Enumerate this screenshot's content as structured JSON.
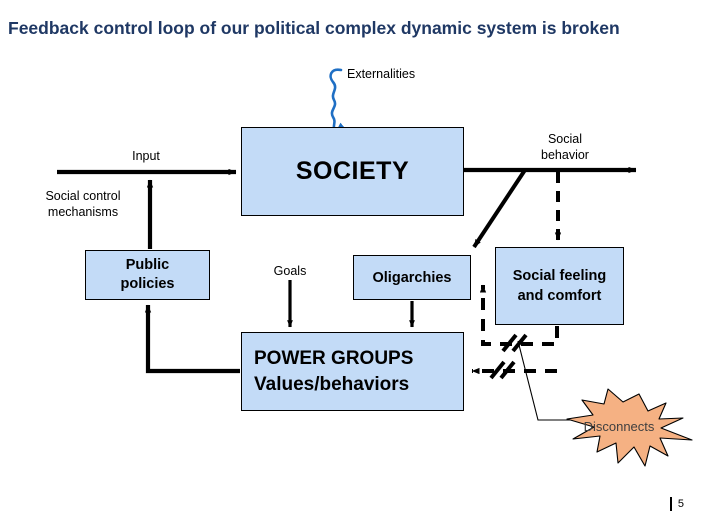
{
  "slide": {
    "title": "Feedback control loop of our political complex dynamic system is broken",
    "page_number": "5"
  },
  "boxes": {
    "society": "SOCIETY",
    "public_policies_line1": "Public",
    "public_policies_line2": "policies",
    "oligarchies": "Oligarchies",
    "social_feeling_line1": "Social feeling",
    "social_feeling_line2": "and comfort",
    "power_groups_line1": "POWER GROUPS",
    "power_groups_line2": "Values/behaviors"
  },
  "labels": {
    "externalities": "Externalities",
    "input": "Input",
    "social_control_mechanisms": "Social control mechanisms",
    "goals": "Goals",
    "social_behavior": "Social behavior",
    "disconnects": "Disconnects"
  },
  "colors": {
    "title_navy": "#1f3864",
    "box_fill_blue": "#c3dbf7",
    "box_border": "#000000",
    "externality_squiggle_blue": "#1f6fc4",
    "starburst_fill": "#f5b183",
    "starburst_border": "#000000",
    "connector_black": "#000000",
    "slide_background": "#ffffff"
  },
  "icons": {
    "externalities_squiggle": "wavy-arrow-down-icon",
    "break_marks": "disconnect-break-icon",
    "starburst": "starburst-icon"
  },
  "diagram": {
    "type": "flow-diagram",
    "nodes": [
      "SOCIETY",
      "Public policies",
      "Oligarchies",
      "Social feeling and comfort",
      "POWER GROUPS Values/behaviors"
    ],
    "edges": [
      {
        "from": "Input",
        "to": "SOCIETY",
        "style": "solid",
        "label": "Input"
      },
      {
        "from": "Public policies",
        "to": "Input",
        "style": "solid",
        "label": "Social control mechanisms"
      },
      {
        "from": "Externalities",
        "to": "SOCIETY",
        "style": "wavy",
        "label": "Externalities"
      },
      {
        "from": "SOCIETY",
        "to": "output",
        "style": "solid",
        "label": "Social behavior"
      },
      {
        "from": "SOCIETY",
        "to": "Oligarchies",
        "style": "solid",
        "label": ""
      },
      {
        "from": "Social behavior",
        "to": "Social feeling and comfort",
        "style": "dashed",
        "label": ""
      },
      {
        "from": "Goals",
        "to": "POWER GROUPS Values/behaviors",
        "style": "solid",
        "label": "Goals"
      },
      {
        "from": "Oligarchies",
        "to": "POWER GROUPS Values/behaviors",
        "style": "solid",
        "label": ""
      },
      {
        "from": "Social feeling and comfort",
        "to": "Oligarchies",
        "style": "dashed-broken",
        "label": ""
      },
      {
        "from": "Social feeling and comfort",
        "to": "POWER GROUPS Values/behaviors",
        "style": "dashed-broken",
        "label": ""
      },
      {
        "from": "POWER GROUPS Values/behaviors",
        "to": "Public policies",
        "style": "solid",
        "label": ""
      }
    ]
  }
}
